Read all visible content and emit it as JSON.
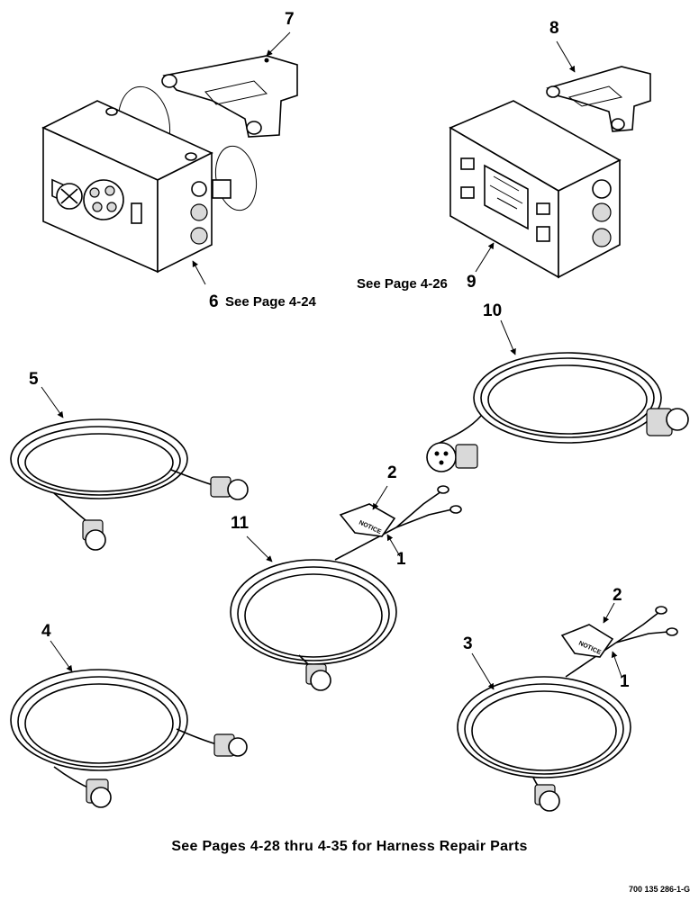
{
  "callouts": {
    "c1a": "1",
    "c1b": "1",
    "c2a": "2",
    "c2b": "2",
    "c3": "3",
    "c4": "4",
    "c5": "5",
    "c6": "6",
    "c7": "7",
    "c8": "8",
    "c9": "9",
    "c10": "10",
    "c11": "11"
  },
  "references": {
    "item6": "See Page 4-24",
    "item9": "See Page 4-26"
  },
  "tag_text": "NOTICE",
  "footer": "See Pages 4-28 thru 4-35 for Harness Repair Parts",
  "drawing_number": "700 135 286-1-G"
}
